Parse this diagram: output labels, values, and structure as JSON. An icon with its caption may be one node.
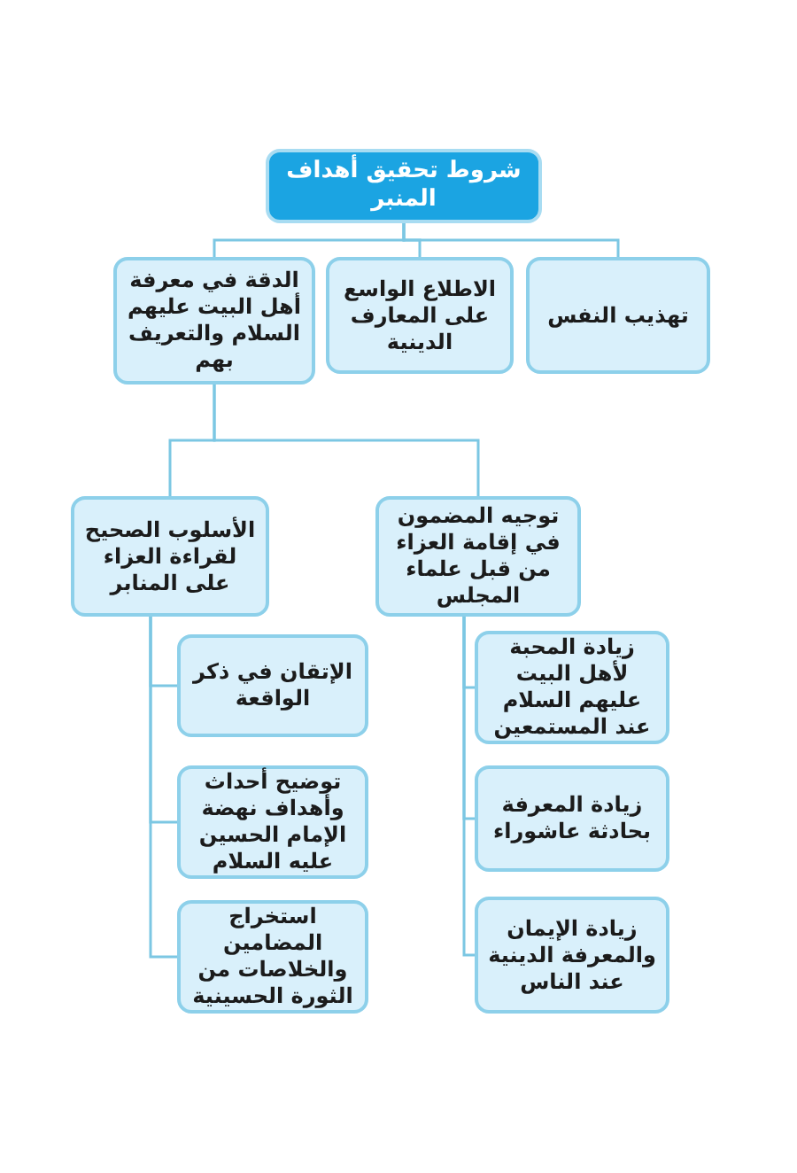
{
  "diagram": {
    "nodes": [
      {
        "text": [
          "شروط تحقيق أهداف المنبر"
        ]
      },
      {
        "text": [
          "تهذيب النفس"
        ]
      },
      {
        "text": [
          "الاطلاع الواسع على المعارف الدينية"
        ]
      },
      {
        "text": [
          "الدقة في معرفة أهل البيت عليهم السلام والتعريف بهم"
        ]
      },
      {
        "text": [
          "توجيه المضمون في إقامة العزاء من قبل علماء المجلس"
        ]
      },
      {
        "text": [
          "الأسلوب الصحيح لقراءة العزاء على المنابر"
        ]
      },
      {
        "text": [
          "الإتقان في ذكر الواقعة"
        ]
      },
      {
        "text": [
          "توضيح أحداث وأهداف نهضة الإمام الحسين عليه السلام"
        ]
      },
      {
        "text": [
          "استخراج المضامين والخلاصات من الثورة الحسينية"
        ]
      },
      {
        "text": [
          "زيادة المحبة لأهل البيت عليهم السلام عند المستمعين"
        ]
      },
      {
        "text": [
          "زيادة المعرفة بحادثة عاشوراء"
        ]
      },
      {
        "text": [
          "زيادة الإيمان والمعرفة الدينية عند الناس"
        ]
      }
    ],
    "edges": [
      {
        "from": 0,
        "to": 1,
        "arrow": "none"
      },
      {
        "from": 0,
        "to": 2,
        "arrow": "none"
      },
      {
        "from": 0,
        "to": 3,
        "arrow": "none"
      },
      {
        "from": 3,
        "to": 4,
        "arrow": "none"
      },
      {
        "from": 3,
        "to": 5,
        "arrow": "none"
      },
      {
        "from": 5,
        "to": 6,
        "arrow": "none"
      },
      {
        "from": 5,
        "to": 7,
        "arrow": "none"
      },
      {
        "from": 5,
        "to": 8,
        "arrow": "none"
      },
      {
        "from": 4,
        "to": 9,
        "arrow": "none"
      },
      {
        "from": 4,
        "to": 10,
        "arrow": "none"
      },
      {
        "from": 4,
        "to": 11,
        "arrow": "none"
      }
    ]
  }
}
